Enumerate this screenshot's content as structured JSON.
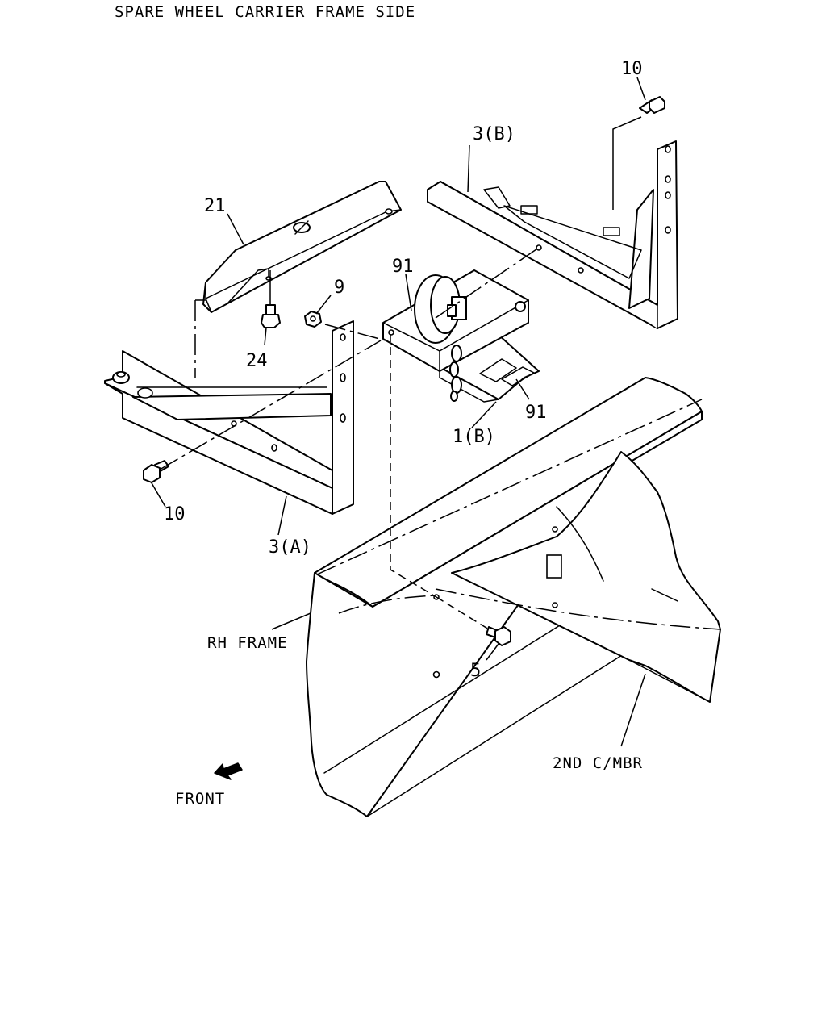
{
  "title": "SPARE WHEEL CARRIER FRAME SIDE",
  "callouts": {
    "c10_top": "10",
    "c3b": "3(B)",
    "c21": "21",
    "c91_top": "91",
    "c9": "9",
    "c24": "24",
    "c91_right": "91",
    "c1b": "1(B)",
    "c10_left": "10",
    "c3a": "3(A)",
    "c5": "5"
  },
  "labels": {
    "rh_frame": "RH FRAME",
    "second_cmbr": "2ND C/MBR",
    "front": "FRONT"
  }
}
